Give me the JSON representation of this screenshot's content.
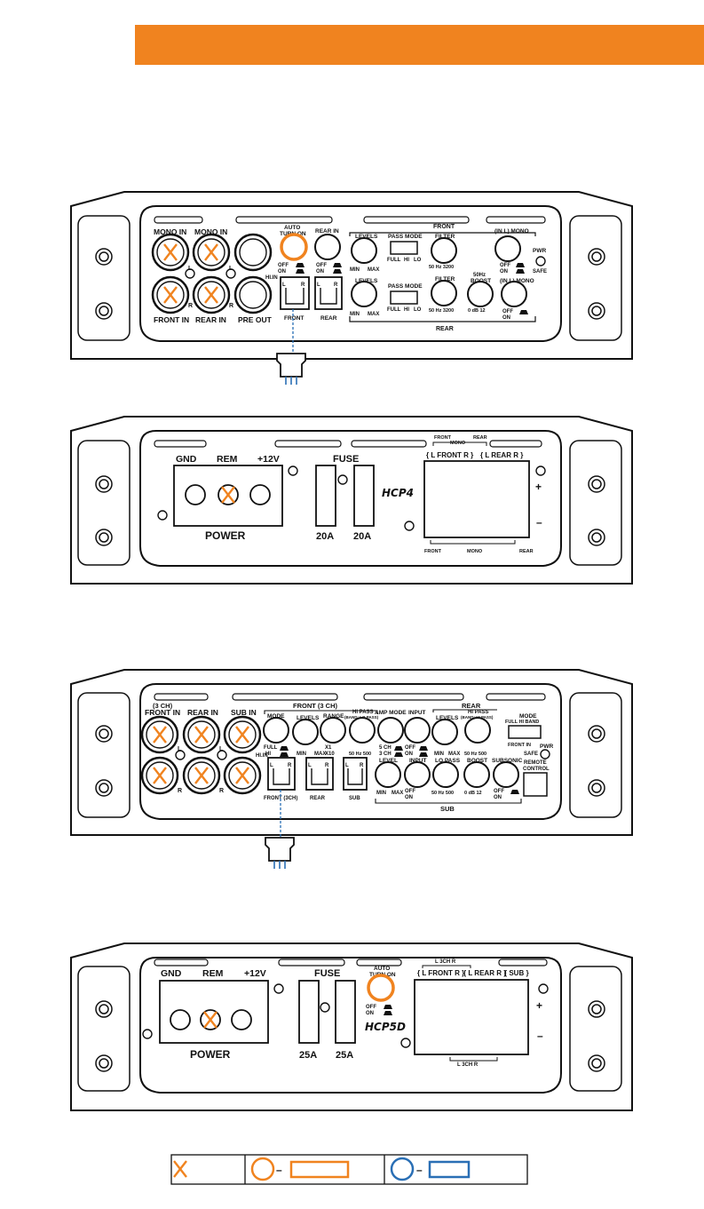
{
  "colors": {
    "accent": "#f0831f",
    "blue": "#2a6fb5",
    "outline": "#111111"
  },
  "panel1": {
    "mono_in": "MONO IN",
    "l": "L",
    "r": "R",
    "front_in": "FRONT IN",
    "rear_in": "REAR IN",
    "pre_out": "PRE OUT",
    "auto": "AUTO",
    "turn_on": "TURN ON",
    "off": "OFF",
    "on": "ON",
    "hiin": "HI.IN",
    "front": "FRONT",
    "rear": "REAR",
    "levels": "LEVELS",
    "min": "MIN",
    "max": "MAX",
    "pass_mode": "PASS MODE",
    "full": "FULL",
    "hi": "HI",
    "lo": "LO",
    "filter": "FILTER",
    "hz_range": "50  Hz  3200",
    "boost_hz": "50Hz",
    "boost": "BOOST",
    "db": "0   dB  12",
    "inl_mono": "(IN L) MONO",
    "pwr": "PWR",
    "safe": "SAFE"
  },
  "panel2": {
    "gnd": "GND",
    "rem": "REM",
    "plus12": "+12V",
    "power": "POWER",
    "fuse": "FUSE",
    "amp20": "20A",
    "model": "HCP4",
    "front": "FRONT",
    "mono": "MONO",
    "rear": "REAR",
    "bl_front": "{ L  FRONT  R }",
    "bl_rear": "{ L  REAR  R }",
    "plus": "+",
    "minus": "–"
  },
  "panel3": {
    "three_ch": "(3 CH)",
    "front_in": "FRONT IN",
    "rear_in": "REAR IN",
    "sub_in": "SUB IN",
    "l": "L",
    "r": "R",
    "front_group": "FRONT (3 CH)",
    "mode": "MODE",
    "levels": "LEVELS",
    "range": "RANGE",
    "hipass": "HI PASS",
    "band_lo": "(BAND: LO PASS)",
    "amp_mode": "AMP MODE",
    "input": "INPUT",
    "rear": "REAR",
    "band_hi": "(BAND: HI PASS)",
    "full": "FULL",
    "hi": "HI",
    "min": "MIN",
    "max": "MAX",
    "x1": "X1",
    "x10": "X10",
    "hz500": "50  Hz  500",
    "five_ch": "5 CH",
    "three_ch2": "3 CH",
    "off": "OFF",
    "on": "ON",
    "hiin": "HI.IN",
    "full_hi_band": "FULL   HI   BAND",
    "front_in_short": "FRONT IN",
    "pwr": "PWR",
    "safe": "SAFE",
    "level": "LEVEL",
    "lo_pass": "LO PASS",
    "boost": "BOOST",
    "db": "0   dB  12",
    "subsonic": "SUBSONIC",
    "remote": "REMOTE",
    "control": "CONTROL",
    "front_3ch": "FRONT (3CH)",
    "sub": "SUB"
  },
  "panel4": {
    "gnd": "GND",
    "rem": "REM",
    "plus12": "+12V",
    "power": "POWER",
    "fuse": "FUSE",
    "amp25": "25A",
    "auto": "AUTO",
    "turn_on": "TURN ON",
    "off": "OFF",
    "on": "ON",
    "model": "HCP5D",
    "top_l3r": "L   3CH   R",
    "bl_front": "{ L  FRONT  R }",
    "bl_rear": "{ L  REAR  R }",
    "bl_sub": "{ SUB }",
    "plus": "+",
    "minus": "–"
  },
  "legend": {
    "x_mark": "X",
    "dash": "–"
  }
}
